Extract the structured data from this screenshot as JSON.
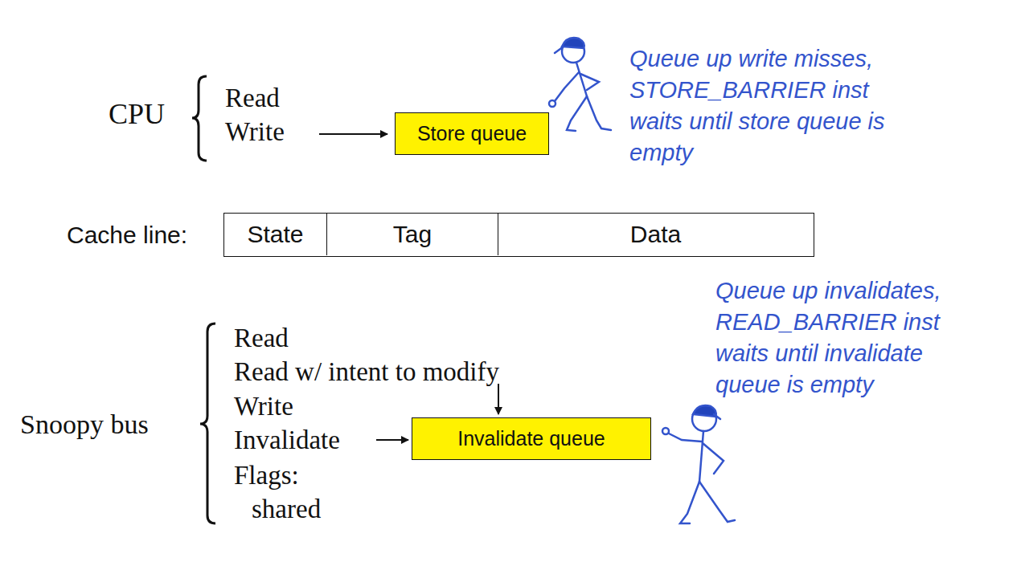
{
  "diagram": {
    "nodes": [
      {
        "text": [
          "Store queue"
        ]
      },
      {
        "text": [
          "Cache line:"
        ]
      },
      {
        "text": [
          "State"
        ],
        "in": 1
      },
      {
        "text": [
          "Tag"
        ],
        "in": 1
      },
      {
        "text": [
          "Data"
        ],
        "in": 1
      },
      {
        "text": [
          "Invalidate queue"
        ]
      }
    ],
    "labels": [
      "CPU",
      "Read",
      "Write",
      "Queue up write misses, STORE_BARRIER inst waits until store queue is empty",
      "Snoopy bus",
      "Read",
      "Read w/ intent to modify",
      "Write",
      "Invalidate",
      "Flags:",
      "shared",
      "Queue up invalidates, READ_BARRIER inst waits until invalidate queue is empty"
    ]
  }
}
